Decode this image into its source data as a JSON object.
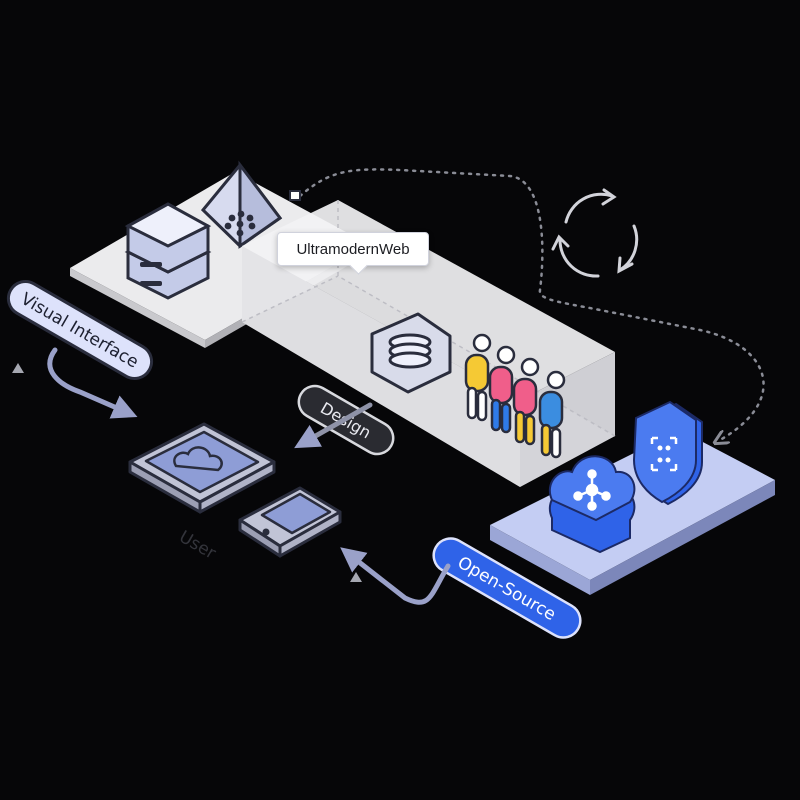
{
  "labels": {
    "product": "UltramodernWeb",
    "visual_interface": "Visual Interface",
    "design": "Design",
    "open_source": "Open-Source",
    "user": "User"
  },
  "icons": [
    "server-stack-icon",
    "pyramid-cluster-icon",
    "database-icon",
    "team-icon",
    "tablet-cloud-icon",
    "phone-icon",
    "cloud-network-icon",
    "shield-grid-icon",
    "refresh-cycle-icon"
  ],
  "colors": {
    "background": "#060608",
    "platform_light": "#ebebed",
    "platform_blue": "#c4cdf3",
    "accent_blue": "#2f63e8",
    "pill_light": "#dde2fb",
    "pill_dark": "#2a2b31",
    "arrow": "#9aa1c9"
  }
}
